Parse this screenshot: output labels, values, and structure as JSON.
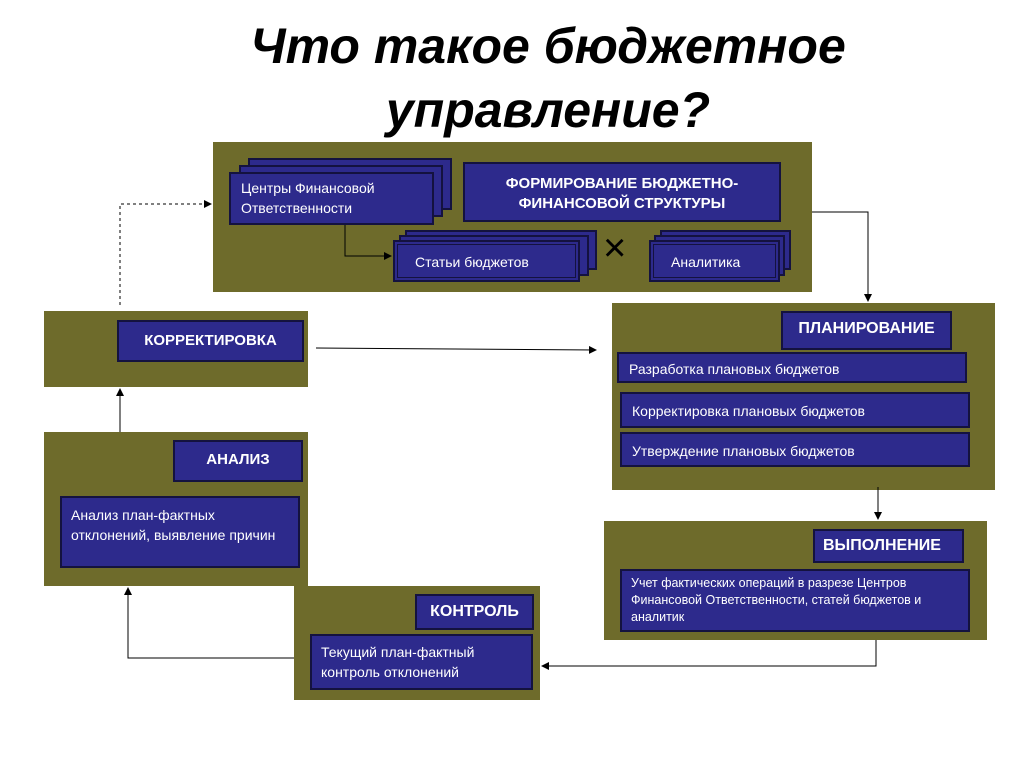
{
  "title": {
    "line1": "Что такое бюджетное",
    "line2": "управление?"
  },
  "structure": {
    "centers": "Центры Финансовой Ответственности",
    "header": "ФОРМИРОВАНИЕ БЮДЖЕТНО-ФИНАНСОВОЙ СТРУКТУРЫ",
    "items": "Статьи  бюджетов",
    "cross": "×",
    "analytics": "Аналитика"
  },
  "correction": {
    "header": "КОРРЕКТИРОВКА"
  },
  "planning": {
    "header": "ПЛАНИРОВАНИЕ",
    "steps": [
      "Разработка плановых бюджетов",
      "Корректировка плановых бюджетов",
      "Утверждение плановых бюджетов"
    ]
  },
  "execution": {
    "header": "ВЫПОЛНЕНИЕ",
    "text": "Учет фактических операций в разрезе Центров Финансовой Ответственности,  статей бюджетов и аналитик"
  },
  "control": {
    "header": "КОНТРОЛЬ",
    "text": "Текущий план-фактный контроль отклонений"
  },
  "analysis": {
    "header": "АНАЛИЗ",
    "text": "Анализ план-фактных отклонений, выявление причин"
  },
  "colors": {
    "panel": "#6e6b2b",
    "box": "#2d2a8c"
  }
}
